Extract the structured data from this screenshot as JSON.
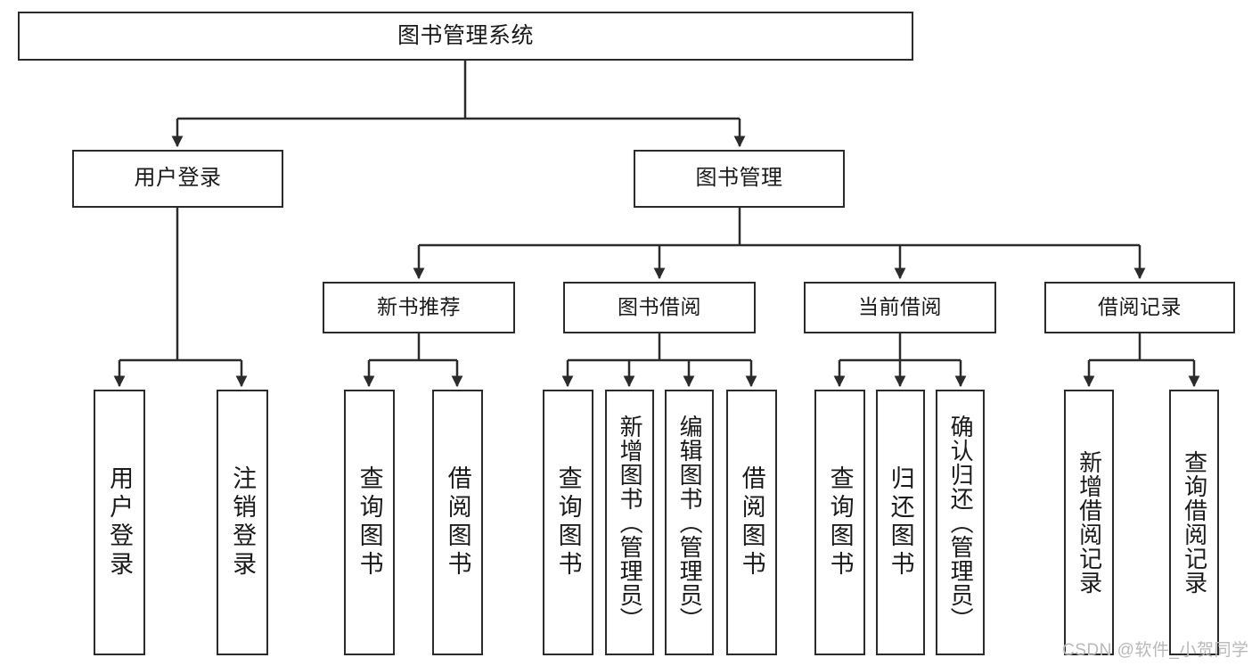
{
  "diagram": {
    "title_node": {
      "label": "图书管理系统"
    },
    "level2": [
      {
        "id": "user-login",
        "label": "用户登录"
      },
      {
        "id": "book-management",
        "label": "图书管理"
      }
    ],
    "level3": [
      {
        "id": "new-book-recommend",
        "label": "新书推荐"
      },
      {
        "id": "book-borrow",
        "label": "图书借阅"
      },
      {
        "id": "current-borrow",
        "label": "当前借阅"
      },
      {
        "id": "borrow-record",
        "label": "借阅记录"
      }
    ],
    "leaves": [
      {
        "id": "leaf-user-login",
        "label": "用户登录"
      },
      {
        "id": "leaf-logout-login",
        "label": "注销登录"
      },
      {
        "id": "leaf-query-book-1",
        "label": "查询图书"
      },
      {
        "id": "leaf-borrow-book-1",
        "label": "借阅图书"
      },
      {
        "id": "leaf-query-book-2",
        "label": "查询图书"
      },
      {
        "id": "leaf-add-book-admin",
        "label": "新增图书（管理员）"
      },
      {
        "id": "leaf-edit-book-admin",
        "label": "编辑图书（管理员）"
      },
      {
        "id": "leaf-borrow-book-2",
        "label": "借阅图书"
      },
      {
        "id": "leaf-query-book-3",
        "label": "查询图书"
      },
      {
        "id": "leaf-return-book",
        "label": "归还图书"
      },
      {
        "id": "leaf-confirm-return-admin",
        "label": "确认归还（管理员）"
      },
      {
        "id": "leaf-add-borrow-record",
        "label": "新增借阅记录"
      },
      {
        "id": "leaf-query-borrow-record",
        "label": "查询借阅记录"
      }
    ]
  },
  "watermark": {
    "text": "CSDN @软件_小贺同学"
  },
  "colors": {
    "stroke": "#2b2b2b",
    "fill": "#ffffff",
    "text": "#1a1a1a",
    "watermark": "#b9b9b9"
  }
}
